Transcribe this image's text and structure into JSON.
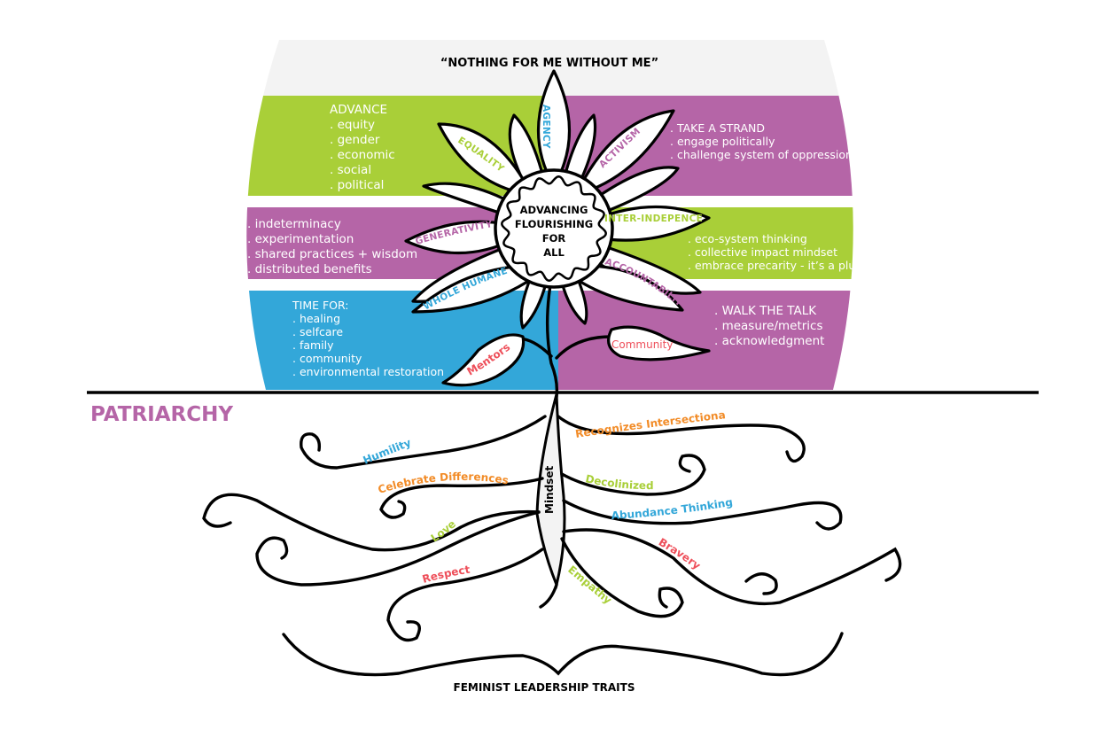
{
  "title_quote": "“NOTHING FOR ME WITHOUT ME”",
  "center": {
    "lines": [
      "ADVANCING",
      "FLOURISHING",
      "FOR",
      "ALL"
    ]
  },
  "colors": {
    "green": "#a9cf38",
    "purple": "#b565a7",
    "blue": "#33a7d9",
    "gray": "#f3f3f3",
    "orange": "#f28c28",
    "red": "#ee4f5a",
    "black": "#000000"
  },
  "bands": {
    "left_top": {
      "heading": "ADVANCE",
      "items": [
        ". equity",
        ". gender",
        ". economic",
        ". social",
        ". political"
      ]
    },
    "right_top": {
      "items": [
        ". TAKE A STRAND",
        ". engage politically",
        ". challenge system of oppression"
      ]
    },
    "left_mid": {
      "items": [
        ". indeterminacy",
        ". experimentation",
        ". shared practices + wisdom",
        ". distributed benefits"
      ]
    },
    "right_mid": {
      "items": [
        ". eco-system thinking",
        ". collective impact mindset",
        ". embrace precarity - it’s a plus!"
      ]
    },
    "left_bottom": {
      "heading": "TIME FOR:",
      "items": [
        ". healing",
        ". selfcare",
        ". family",
        ". community",
        ". environmental restoration"
      ]
    },
    "right_bottom": {
      "items": [
        ". WALK THE TALK",
        ". measure/metrics",
        ". acknowledgment"
      ]
    }
  },
  "petals": {
    "agency": "AGENCY",
    "equality": "EQUALITY",
    "activism": "ACTIVISM",
    "generativity": "GENERATIVITY",
    "inter_independence": "INTER-INDEPENCE",
    "whole_humaneness": "WHOLE HUMANESS",
    "accountability": "ACCOUNTABILITY"
  },
  "leaves": {
    "mentors": "Mentors",
    "community": "Community"
  },
  "ground_label": "PATRIARCHY",
  "taproot_label": "Mindset",
  "roots": {
    "humility": "Humility",
    "celebrate_differences": "Celebrate Differences",
    "love": "Love",
    "respect": "Respect",
    "recognizes_intersectional": "Recognizes Intersectional",
    "decolonized": "Decolinized",
    "abundance_thinking": "Abundance Thinking",
    "bravery": "Bravery",
    "empathy": "Empathy"
  },
  "footer_label": "FEMINIST LEADERSHIP TRAITS"
}
